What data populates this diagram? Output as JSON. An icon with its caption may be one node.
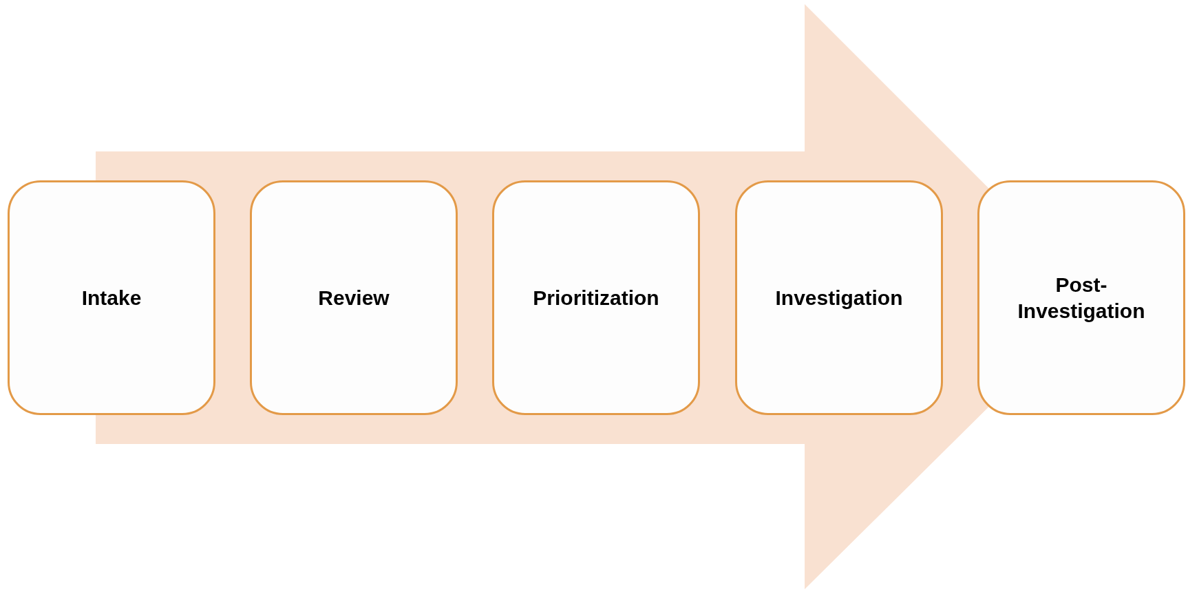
{
  "diagram": {
    "nodes": [
      {
        "text": [
          "Intake"
        ]
      },
      {
        "text": [
          "Review"
        ]
      },
      {
        "text": [
          "Prioritization"
        ]
      },
      {
        "text": [
          "Investigation"
        ]
      },
      {
        "text": [
          "Post-Investigation"
        ]
      }
    ],
    "edges": [
      {
        "from": 0,
        "to": 4,
        "arrow": "to"
      }
    ]
  }
}
